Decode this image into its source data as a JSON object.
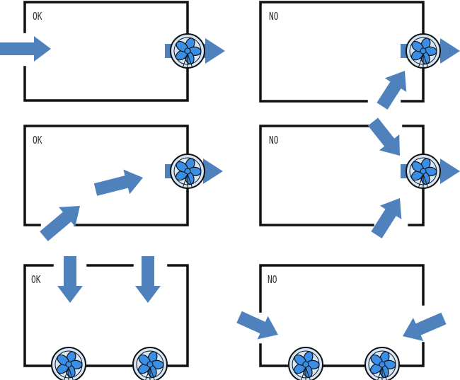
{
  "panels": [
    {
      "label": "OK"
    },
    {
      "label": "NO"
    },
    {
      "label": "OK"
    },
    {
      "label": "NO"
    },
    {
      "label": "OK"
    },
    {
      "label": "NO"
    }
  ],
  "colors": {
    "arrow": "#4f81bd",
    "fan_face": "#d4e6f7",
    "fan_blade": "#3a8ee6",
    "wall": "#111111"
  }
}
